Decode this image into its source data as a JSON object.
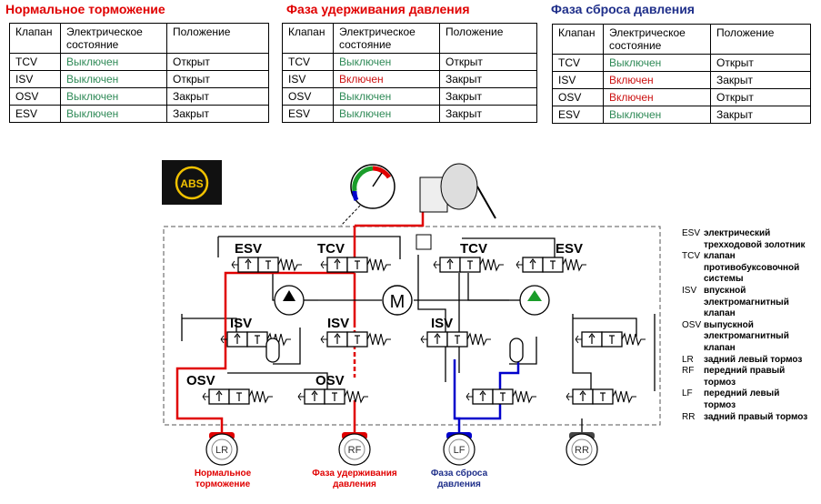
{
  "colors": {
    "off": "#2f8a57",
    "on": "#cc1111",
    "red_title": "#e00000",
    "blue_title": "#1f2f8a",
    "pressure_red": "#e00000",
    "pressure_blue": "#0000cc",
    "pump_green": "#1a9d2a"
  },
  "panels": [
    {
      "title": "Нормальное торможение",
      "title_color": "#e00000",
      "headers": [
        "Клапан",
        "Электрическое состояние",
        "Положение"
      ],
      "rows": [
        {
          "valve": "TCV",
          "state": "Выключен",
          "state_kind": "off",
          "position": "Открыт"
        },
        {
          "valve": "ISV",
          "state": "Выключен",
          "state_kind": "off",
          "position": "Открыт"
        },
        {
          "valve": "OSV",
          "state": "Выключен",
          "state_kind": "off",
          "position": "Закрыт"
        },
        {
          "valve": "ESV",
          "state": "Выключен",
          "state_kind": "off",
          "position": "Закрыт"
        }
      ]
    },
    {
      "title": "Фаза удерживания давления",
      "title_color": "#e00000",
      "headers": [
        "Клапан",
        "Электрическое состояние",
        "Положение"
      ],
      "rows": [
        {
          "valve": "TCV",
          "state": "Выключен",
          "state_kind": "off",
          "position": "Открыт"
        },
        {
          "valve": "ISV",
          "state": "Включен",
          "state_kind": "on",
          "position": "Закрыт"
        },
        {
          "valve": "OSV",
          "state": "Выключен",
          "state_kind": "off",
          "position": "Закрыт"
        },
        {
          "valve": "ESV",
          "state": "Выключен",
          "state_kind": "off",
          "position": "Закрыт"
        }
      ]
    },
    {
      "title": "Фаза сброса давления",
      "title_color": "#1f2f8a",
      "headers": [
        "Клапан",
        "Электрическое состояние",
        "Положение"
      ],
      "rows": [
        {
          "valve": "TCV",
          "state": "Выключен",
          "state_kind": "off",
          "position": "Открыт"
        },
        {
          "valve": "ISV",
          "state": "Включен",
          "state_kind": "on",
          "position": "Закрыт"
        },
        {
          "valve": "OSV",
          "state": "Включен",
          "state_kind": "on",
          "position": "Открыт"
        },
        {
          "valve": "ESV",
          "state": "Выключен",
          "state_kind": "off",
          "position": "Закрыт"
        }
      ]
    }
  ],
  "diagram": {
    "abs_lamp_text": "ABS",
    "motor_label": "M",
    "valve_labels": {
      "esv": "ESV",
      "tcv": "TCV",
      "isv": "ISV",
      "osv": "OSV"
    },
    "wheels": {
      "lr": "LR",
      "rf": "RF",
      "lf": "LF",
      "rr": "RR"
    }
  },
  "captions": {
    "normal": "Нормальное торможение",
    "hold": "Фаза удерживания давления",
    "release": "Фаза сброса давления"
  },
  "legend": [
    {
      "abbr": "ESV",
      "desc": "электрический трехходовой золотник"
    },
    {
      "abbr": "TCV",
      "desc": "клапан противобуксовочной системы"
    },
    {
      "abbr": "ISV",
      "desc": "впускной электромагнитный клапан"
    },
    {
      "abbr": "OSV",
      "desc": "выпускной электромагнитный клапан"
    },
    {
      "abbr": "LR",
      "desc": "задний левый тормоз"
    },
    {
      "abbr": "RF",
      "desc": "передний правый тормоз"
    },
    {
      "abbr": "LF",
      "desc": "передний левый тормоз"
    },
    {
      "abbr": "RR",
      "desc": "задний правый тормоз"
    }
  ]
}
